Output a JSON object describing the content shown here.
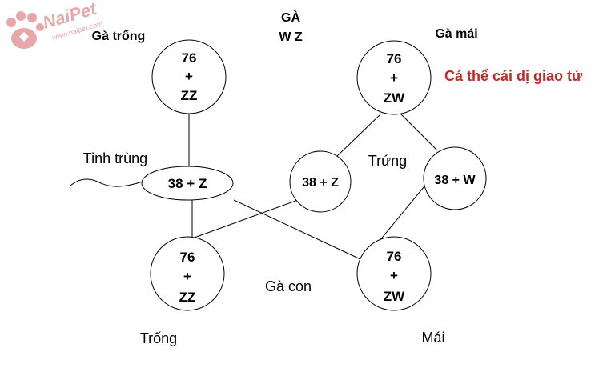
{
  "logo": {
    "brand": "NaiPet",
    "url": "www.naipet.com"
  },
  "header": {
    "title": "GÀ",
    "subtitle": "W Z"
  },
  "labels": {
    "rooster": "Gà trống",
    "hen": "Gà mái",
    "heterogametic_note": "Cá thể cái dị giao tử",
    "sperm": "Tinh trùng",
    "egg": "Trứng",
    "chicks": "Gà con",
    "male": "Trống",
    "female": "Mái"
  },
  "nodes": {
    "rooster": {
      "line1": "76",
      "line2": "+",
      "line3": "ZZ"
    },
    "hen": {
      "line1": "76",
      "line2": "+",
      "line3": "ZW"
    },
    "sperm": {
      "text": "38 + Z"
    },
    "egg_z": {
      "text": "38 + Z"
    },
    "egg_w": {
      "text": "38 + W"
    },
    "chick_male": {
      "line1": "76",
      "line2": "+",
      "line3": "ZZ"
    },
    "chick_female": {
      "line1": "76",
      "line2": "+",
      "line3": "ZW"
    }
  },
  "colors": {
    "note": "#c62828",
    "logo": "#e08a8f",
    "line": "#000000"
  }
}
